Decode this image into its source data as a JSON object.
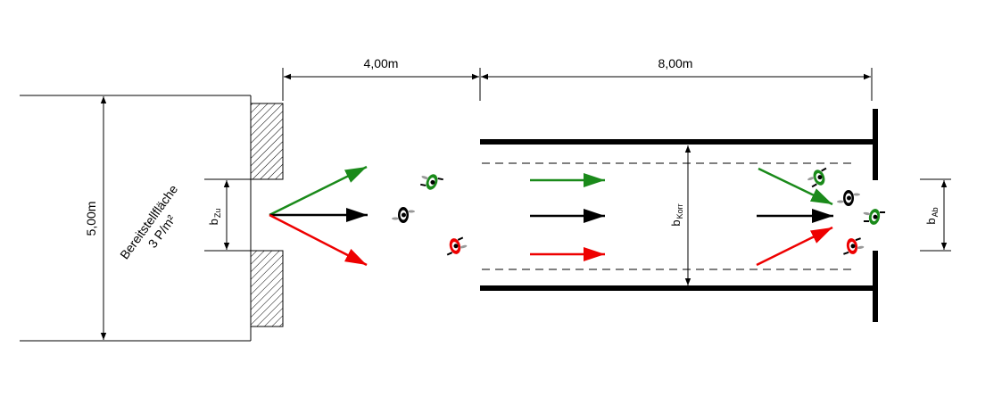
{
  "dimensions": {
    "entry_length": "4,00m",
    "corridor_length": "8,00m",
    "area_height": "5,00m"
  },
  "staging_area": {
    "label_line1": "Bereitstellfläche",
    "label_line2": "3 P/m²"
  },
  "widths": {
    "entry": {
      "main": "b",
      "sub": "Zu"
    },
    "corridor": {
      "main": "b",
      "sub": "Korr"
    },
    "exit": {
      "main": "b",
      "sub": "Ab"
    }
  },
  "colors": {
    "green": "#1a8a1a",
    "black": "#000000",
    "red": "#ee0000",
    "hatch": "#000000"
  }
}
